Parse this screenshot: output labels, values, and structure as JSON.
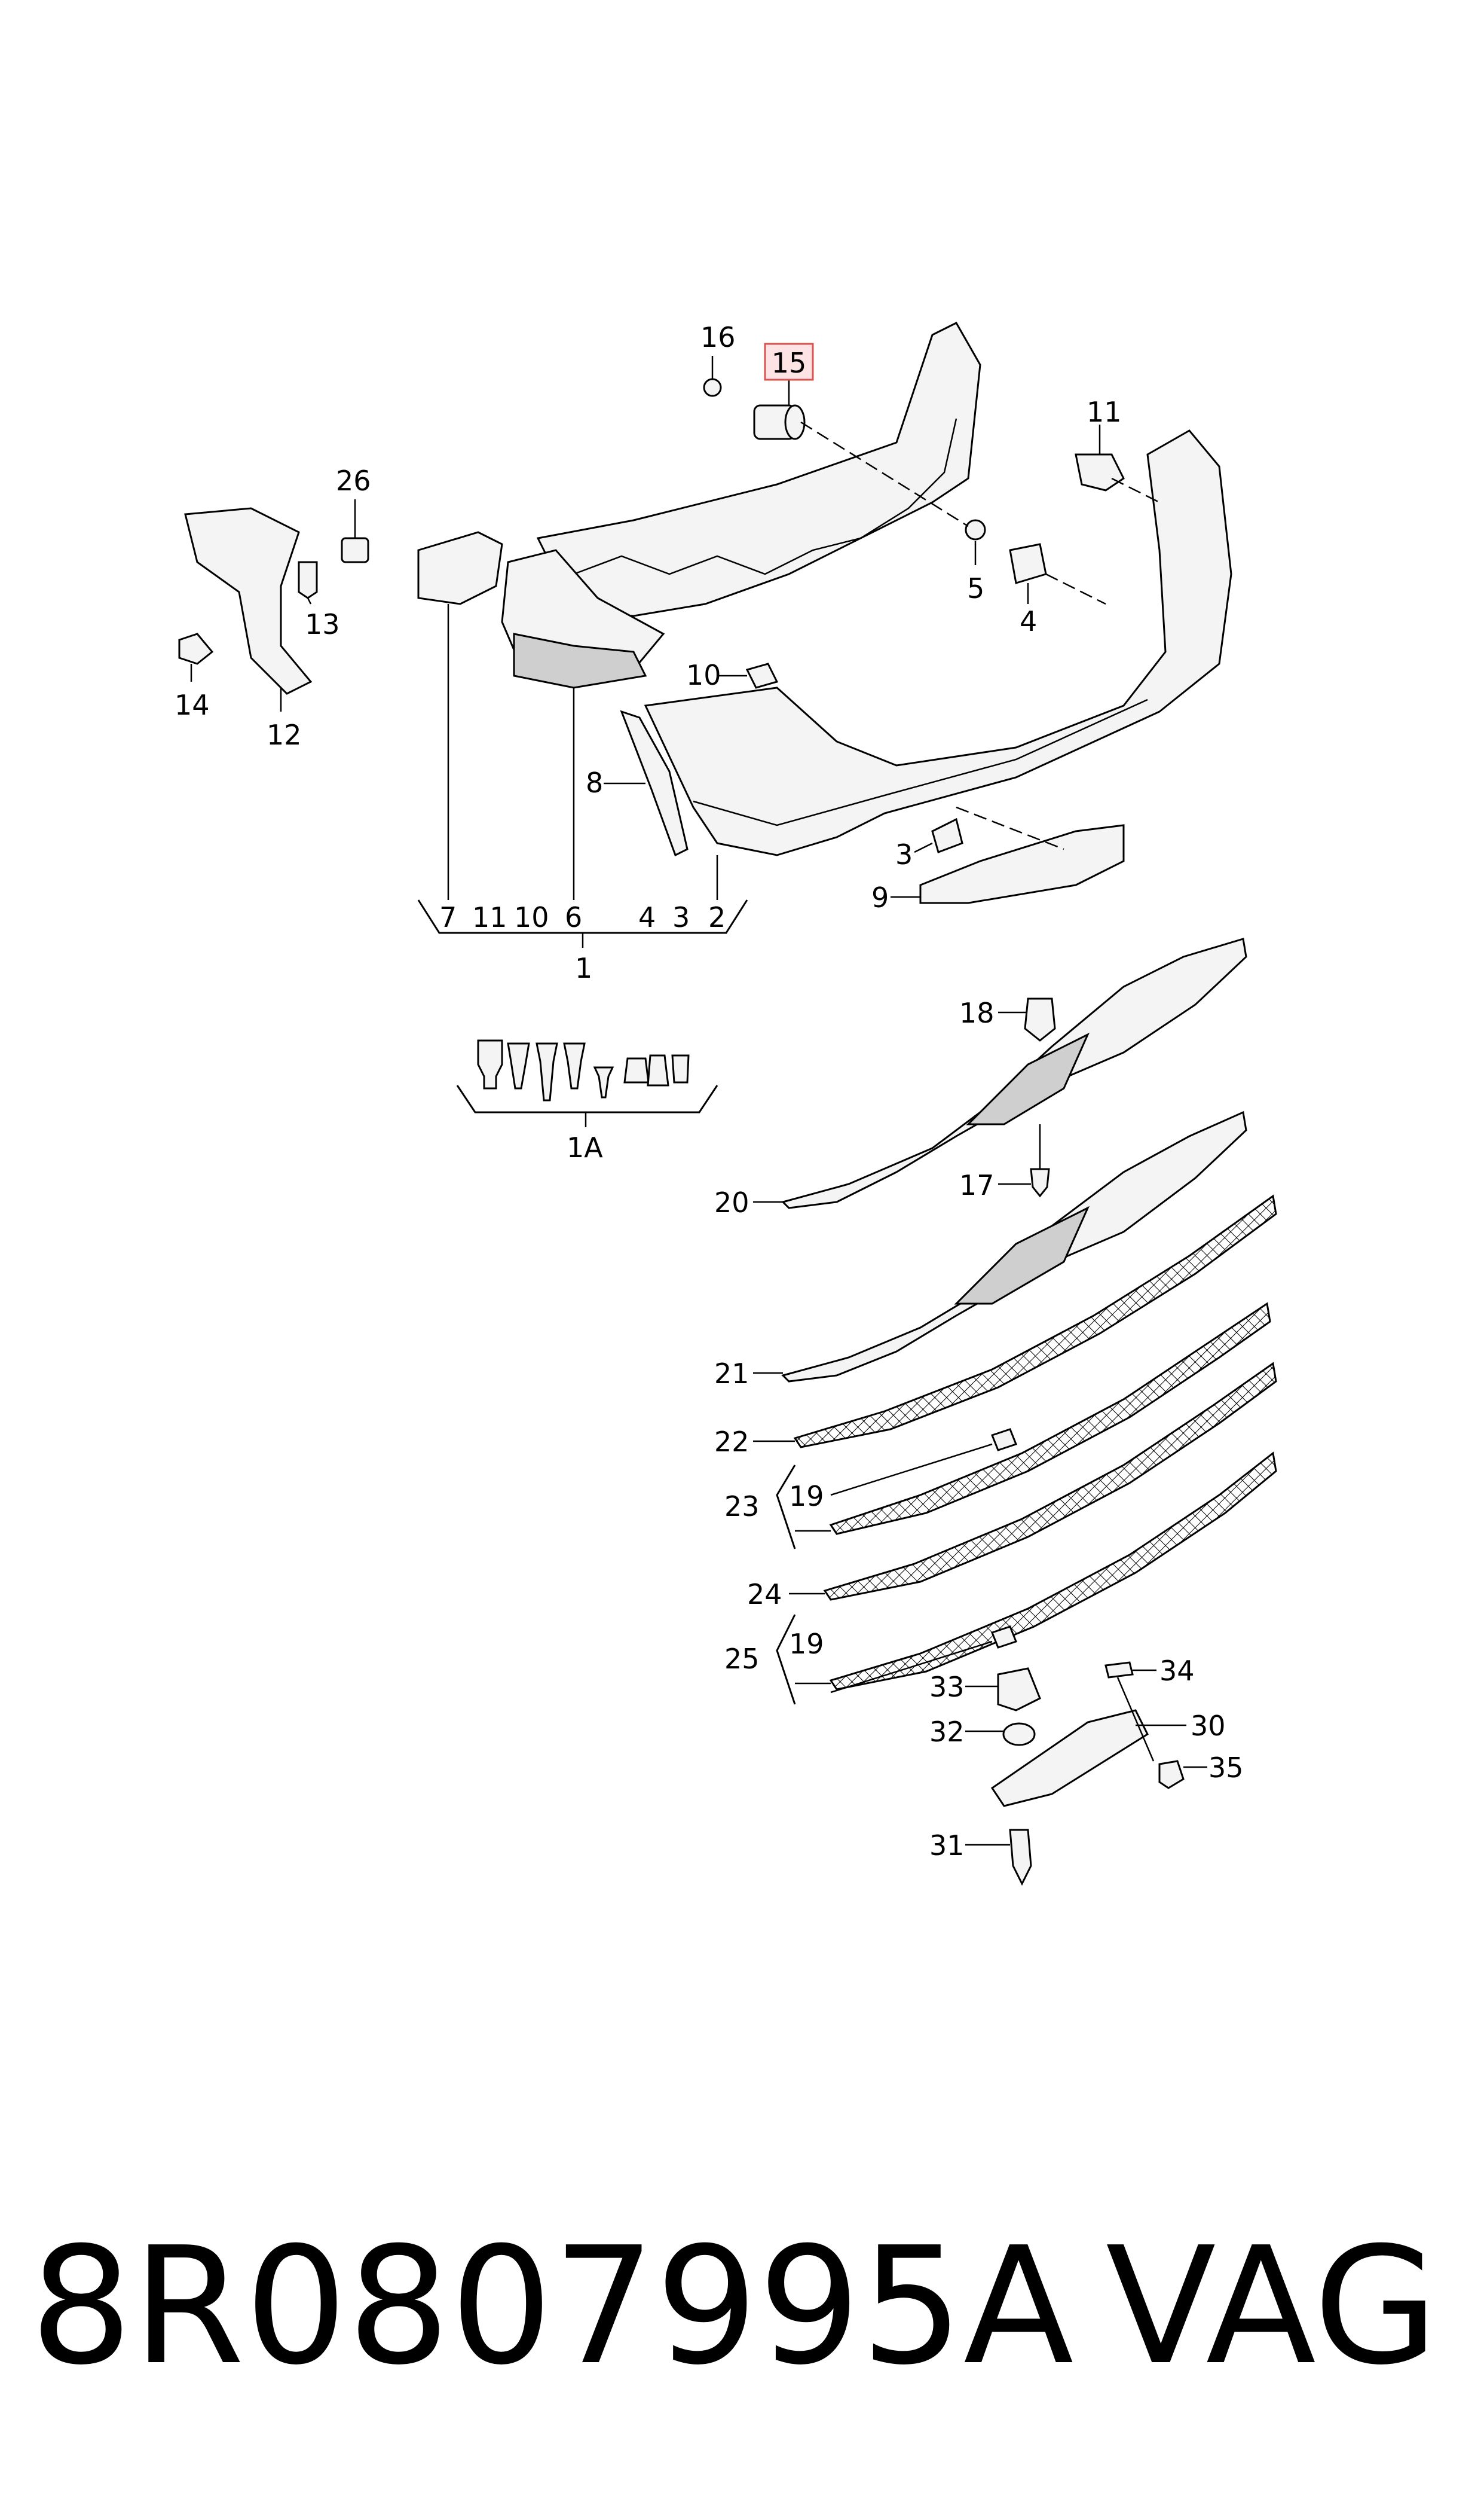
{
  "callouts": {
    "c1": "1",
    "c1A": "1A",
    "c2": "2",
    "c3": "3",
    "c4": "4",
    "c5": "5",
    "c6": "6",
    "c7": "7",
    "c8": "8",
    "c9": "9",
    "c10": "10",
    "c11": "11",
    "c12": "12",
    "c13": "13",
    "c14": "14",
    "c15": "15",
    "c16": "16",
    "c17": "17",
    "c18": "18",
    "c19": "19",
    "c20": "20",
    "c21": "21",
    "c22": "22",
    "c23": "23",
    "c24": "24",
    "c25": "25",
    "c26": "26",
    "c30": "30",
    "c31": "31",
    "c32": "32",
    "c33": "33",
    "c34": "34",
    "c35": "35"
  },
  "group1_labels": [
    "7",
    "11",
    "10",
    "6",
    "4",
    "3",
    "2"
  ],
  "highlighted_part": "15",
  "footer": {
    "part_number": "8R0807995A",
    "brand": "VAG"
  },
  "colors": {
    "highlight_fill": "#fde3e3",
    "highlight_stroke": "#d9534f",
    "line": "#000000"
  }
}
